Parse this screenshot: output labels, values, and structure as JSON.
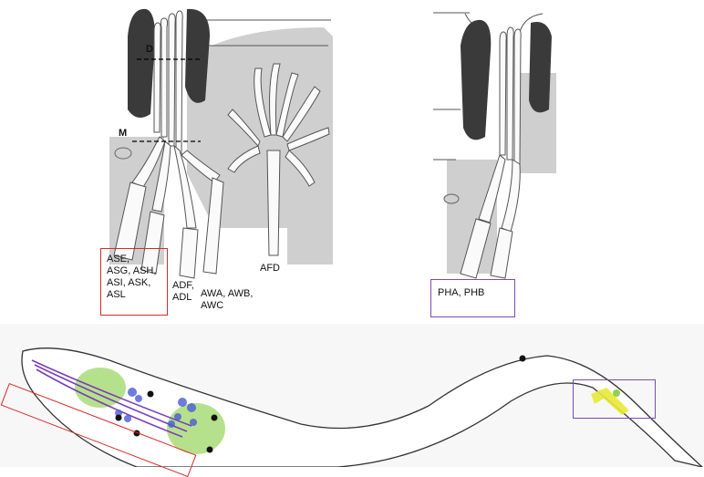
{
  "amphid": {
    "marker_dendrite": "D",
    "marker_middle": "M",
    "groups": [
      {
        "label": "ASE,\nASG, ASH,\nASI, ASK,\nASL"
      },
      {
        "label": "ADF,\nADL"
      },
      {
        "label": "AWA, AWB,\nAWC"
      },
      {
        "label": "AFD"
      }
    ]
  },
  "phasmid": {
    "label": "PHA, PHB"
  },
  "colors": {
    "amphid_box": "#d42a2a",
    "phasmid_box": "#7a4cb0",
    "socket_cell": "#3a3a3a",
    "sheath_gray": "#c9c9c9",
    "nucleus_green": "#8fd14f",
    "neuron_purple": "#7b3fb8",
    "nuclei_blue": "#4a5bd6",
    "phasmid_yellow": "#e8e83a"
  }
}
